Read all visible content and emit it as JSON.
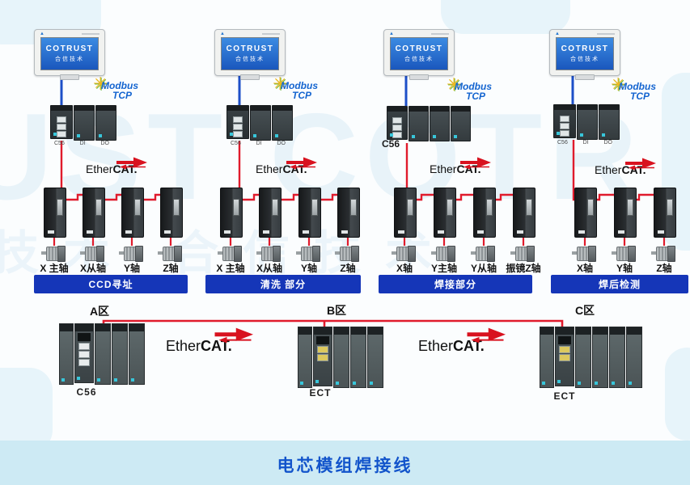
{
  "title_banner": {
    "label": "电芯模组焊接线"
  },
  "hmi": {
    "brand": "COTRUST",
    "sub_brand": "合信技术"
  },
  "logos": {
    "modbus_word": "Modbus",
    "modbus_tcp": "TCP",
    "ethercat_normal": "Ether",
    "ethercat_bold": "CAT."
  },
  "stations": [
    {
      "banner": "CCD寻址",
      "plc_labels": [
        "C56",
        "DI",
        "DO"
      ],
      "axes": [
        "X 主轴",
        "X从轴",
        "Y轴",
        "Z轴"
      ]
    },
    {
      "banner": "清洗 部分",
      "plc_labels": [
        "C56",
        "DI",
        "DO"
      ],
      "axes": [
        "X 主轴",
        "X从轴",
        "Y轴",
        "Z轴"
      ]
    },
    {
      "banner": "焊接部分",
      "plc_labels": [
        "C56"
      ],
      "axes": [
        "X轴",
        "Y主轴",
        "Y从轴",
        "振镜Z轴"
      ]
    },
    {
      "banner": "焊后检测",
      "plc_labels": [
        "C56",
        "DI",
        "DO"
      ],
      "axes": [
        "X轴",
        "Y轴",
        "Z轴"
      ]
    }
  ],
  "zones": [
    {
      "label": "A区",
      "device_label": "C56"
    },
    {
      "label": "B区",
      "device_label": "ECT"
    },
    {
      "label": "C区",
      "device_label": "ECT"
    }
  ],
  "watermark": {
    "line1": "UST COTR",
    "line2": "技术 合信技术"
  },
  "colors": {
    "banner_blue": "#1536b8",
    "title_blue": "#1254cb",
    "band_bg": "#cdeaf4",
    "wire_red": "#e01b2c",
    "wire_blue": "#1d4fc8",
    "hmi_screen_blue": "#1f63c8",
    "modbus_blue": "#1565d0",
    "modbus_yellow": "#f2b51a",
    "ethercat_red": "#d8121f"
  }
}
